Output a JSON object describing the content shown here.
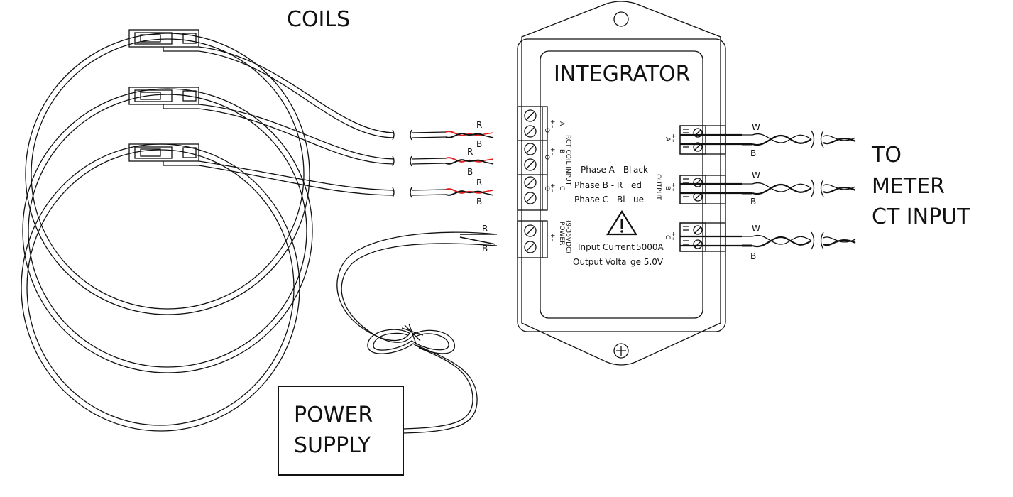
{
  "labels": {
    "coils": "COILS",
    "integrator": "INTEGRATOR",
    "to_meter": [
      "TO",
      "METER",
      "CT INPUT"
    ],
    "power_supply": [
      "POWER",
      "SUPPLY"
    ]
  },
  "coil_wire_labels": {
    "red": "R",
    "black": "B"
  },
  "output_wire_labels": {
    "white": "W",
    "black": "B"
  },
  "power_wire_labels": {
    "red": "R",
    "black": "B"
  },
  "terminal_labels": {
    "coil_input": "RCT COIL INPUT",
    "power": "POWER",
    "power_range": "(9-36VDC)",
    "output": "OUTPUT",
    "phase_a": "A",
    "phase_b": "B",
    "phase_c": "C",
    "plus": "+",
    "minus": "–",
    "ground": "O"
  },
  "phase_colors": [
    {
      "left": "Phase A - Bl",
      "right": "ack"
    },
    {
      "left": "Phase B - R",
      "right": "ed"
    },
    {
      "left": "Phase C - Bl",
      "right": "ue"
    }
  ],
  "ratings": [
    {
      "left": "Input Current",
      "right": "5000A"
    },
    {
      "left": "Output Volta",
      "right": "ge 5.0V"
    }
  ],
  "colors": {
    "line": "#111111",
    "red_wire": "#e02020"
  }
}
